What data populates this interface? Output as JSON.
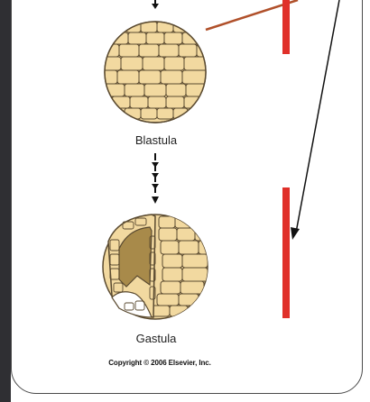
{
  "labels": {
    "blastula": "Blastula",
    "gastula": "Gastula",
    "copyright": "Copyright © 2006 Elsevier, Inc."
  },
  "colors": {
    "cell_fill": "#F2D9A0",
    "cell_outline": "#5A4A30",
    "archenteron": "#A88A4A",
    "marker_red": "#E0302A",
    "connector_brown": "#B0502A",
    "arrow_black": "#111111"
  }
}
